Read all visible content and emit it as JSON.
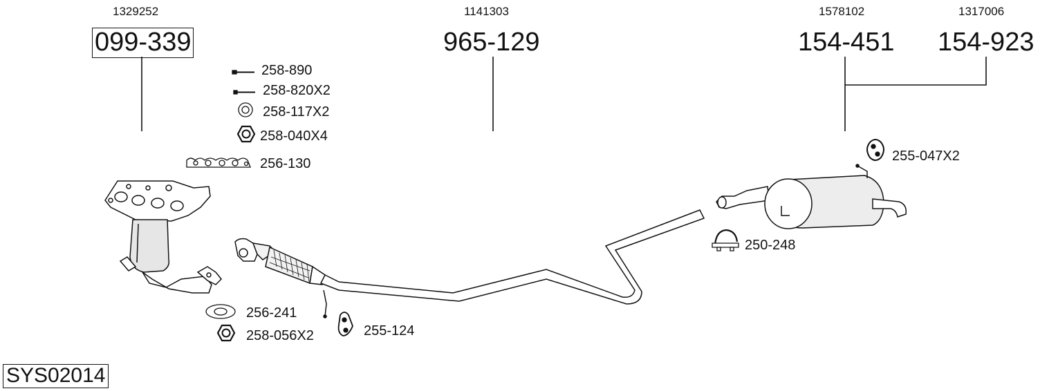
{
  "diagram_id": "SYS02014",
  "groups": [
    {
      "oem": "1329252",
      "part": "099-339",
      "boxed": true
    },
    {
      "oem": "1141303",
      "part": "965-129",
      "boxed": false
    },
    {
      "oem": "1578102",
      "part": "154-451",
      "boxed": false
    },
    {
      "oem": "1317006",
      "part": "154-923",
      "boxed": false
    }
  ],
  "hardware": {
    "bolt_long": "258-890",
    "bolt_short": "258-820X2",
    "washer": "258-117X2",
    "nut_manifold": "258-040X4",
    "gasket_manifold": "256-130",
    "gasket_flange": "256-241",
    "nut_flange": "258-056X2",
    "hanger_front": "255-124",
    "clamp": "250-248",
    "hanger_rear": "255-047X2"
  },
  "colors": {
    "line": "#111111",
    "fill_light": "#f2f2f2",
    "fill_mid": "#d9d9d9"
  }
}
